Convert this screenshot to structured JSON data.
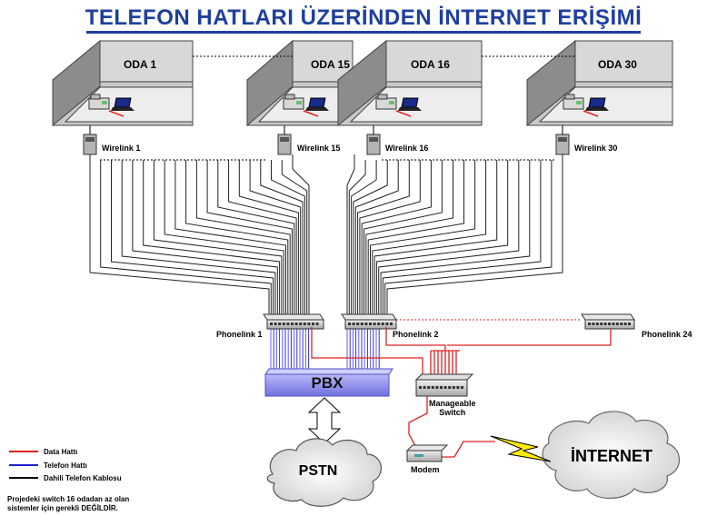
{
  "title": "TELEFON HATLARI ÜZERİNDEN İNTERNET ERİŞİMİ",
  "rooms": [
    "ODA 1",
    "ODA 15",
    "ODA 16",
    "ODA 30"
  ],
  "wirelinks": [
    "Wirelink 1",
    "Wirelink 15",
    "Wirelink 16",
    "Wirelink 30"
  ],
  "phonelinks": [
    "Phonelink 1",
    "Phonelink 2",
    "Phonelink 24"
  ],
  "pbx": "PBX",
  "switch": "Manageable\nSwitch",
  "modem": "Modem",
  "pstn": "PSTN",
  "internet": "İNTERNET",
  "legend": {
    "data": "Data Hattı",
    "phone": "Telefon Hattı",
    "internal": "Dahili Telefon Kablosu"
  },
  "colors": {
    "data": "#e02020",
    "phone": "#2020d0",
    "internal": "#000000",
    "title": "#1f3f9e"
  },
  "note": "Projedeki switch 16 odadan az olan sistemler için gerekli DEĞİLDİR."
}
